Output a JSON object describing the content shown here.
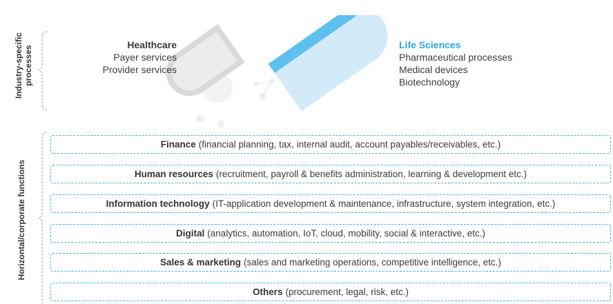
{
  "side_labels": {
    "industry": [
      "Industry-specific",
      "processes"
    ],
    "horizontal": "Horizontal/corporate functions"
  },
  "industry_groups": [
    {
      "title": "Healthcare",
      "items": [
        "Payer services",
        "Provider services"
      ]
    },
    {
      "title": "Life Sciences",
      "items": [
        "Pharmaceutical processes",
        "Medical devices",
        "Biotechnology"
      ]
    }
  ],
  "functions": [
    {
      "name": "Finance",
      "detail": "(financial planning, tax, internal audit, account payables/receivables, etc.)"
    },
    {
      "name": "Human resources",
      "detail": "(recruitment, payroll & benefits administration, learning & development etc.)"
    },
    {
      "name": "Information technology",
      "detail": "(IT-application development & maintenance, infrastructure, system integration, etc.)"
    },
    {
      "name": "Digital",
      "detail": "(analytics, automation, IoT, cloud, mobility, social & interactive, etc.)"
    },
    {
      "name": "Sales & marketing",
      "detail": "(sales and marketing operations, competitive intelligence, etc.)"
    },
    {
      "name": "Others",
      "detail": "(procurement, legal, risk, etc.)"
    }
  ],
  "colors": {
    "accent": "#2aa6e0",
    "capsule_light": "#d3ebf8",
    "capsule_grey": "#d9d9d9",
    "dash_border": "#38b0e6"
  }
}
